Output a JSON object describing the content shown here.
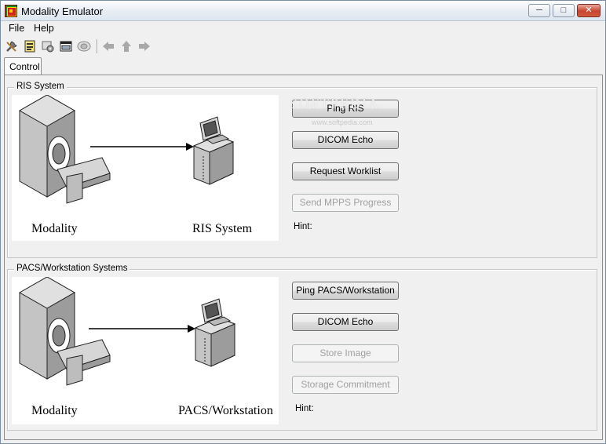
{
  "window": {
    "title": "Modality Emulator",
    "controls": {
      "minimize": "─",
      "maximize": "□",
      "close": "✕"
    }
  },
  "menu": {
    "items": [
      "File",
      "Help"
    ]
  },
  "toolbar": {
    "icons": [
      "tools-icon",
      "worklist-icon",
      "settings-icon",
      "window-icon",
      "storage-icon",
      "arrow-left-icon",
      "arrow-up-icon",
      "arrow-right-icon"
    ]
  },
  "tabs": [
    {
      "label": "Control"
    }
  ],
  "watermark": {
    "text": "SOFTPEDIA",
    "sub": "www.softpedia.com"
  },
  "ris": {
    "title": "RIS System",
    "left_label": "Modality",
    "right_label": "RIS System",
    "buttons": {
      "ping": "Ping RIS",
      "echo": "DICOM Echo",
      "worklist": "Request Worklist",
      "mpps": "Send MPPS Progress"
    },
    "hint": "Hint:"
  },
  "pacs": {
    "title": "PACS/Workstation Systems",
    "left_label": "Modality",
    "right_label": "PACS/Workstation",
    "buttons": {
      "ping": "Ping PACS/Workstation",
      "echo": "DICOM Echo",
      "store": "Store Image",
      "commit": "Storage Commitment"
    },
    "hint": "Hint:"
  },
  "colors": {
    "window_bg": "#f0f0f0",
    "diagram_bg": "#ffffff",
    "disabled_text": "#a0a0a0"
  }
}
